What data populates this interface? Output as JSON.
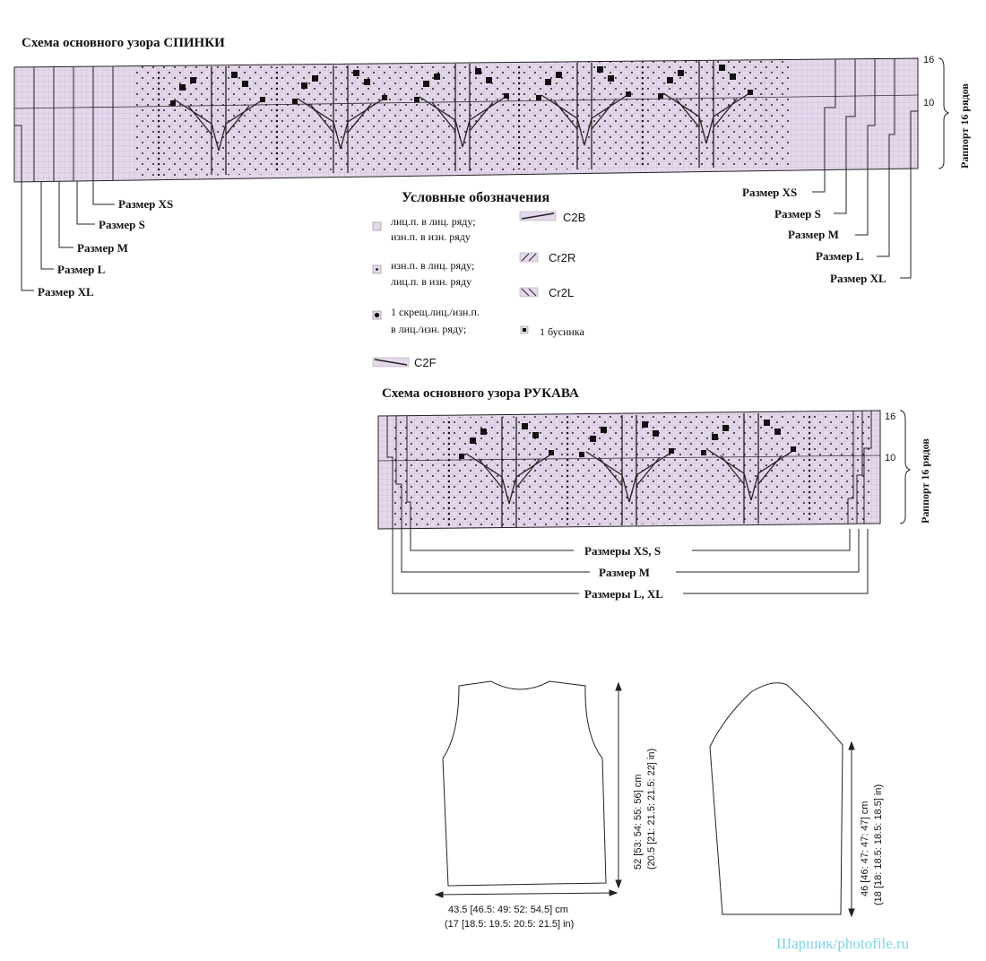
{
  "back_chart": {
    "title": "Схема основного узора СПИНКИ",
    "row_labels": [
      "16",
      "10"
    ],
    "repeat_label": "Раппорт 16 рядов",
    "sizes_left": [
      "Размер XS",
      "Размер S",
      "Размер M",
      "Размер L",
      "Размер XL"
    ],
    "sizes_right": [
      "Размер XS",
      "Размер S",
      "Размер M",
      "Размер L",
      "Размер XL"
    ]
  },
  "legend": {
    "title": "Условные обозначения",
    "items": [
      {
        "line1": "лиц.п. в лиц. ряду;",
        "line2": "изн.п. в изн. ряду"
      },
      {
        "line1": "изн.п. в лиц. ряду;",
        "line2": "лиц.п. в изн. ряду"
      },
      {
        "line1": "1 скрещ.лиц./изн.п.",
        "line2": "в лиц./изн. ряду;"
      }
    ],
    "c2b": "C2B",
    "cr2r": "Cr2R",
    "cr2l": "Cr2L",
    "bead": "1 бусинка",
    "c2f": "C2F"
  },
  "sleeve_chart": {
    "title": "Схема основного узора РУКАВА",
    "row_labels": [
      "16",
      "10"
    ],
    "repeat_label": "Раппорт 16 рядов",
    "sizes": [
      "Размеры XS, S",
      "Размер M",
      "Размеры L, XL"
    ]
  },
  "schematic": {
    "body_width_cm": "43.5 [46.5: 49: 52: 54.5] cm",
    "body_width_in": "(17 [18.5: 19.5: 20.5: 21.5] in)",
    "body_length_cm": "52 [53: 54: 55: 56] cm",
    "body_length_in": "(20.5 [21: 21.5: 21.5: 22] in)",
    "sleeve_length_cm": "46 [46: 47: 47: 47] cm",
    "sleeve_length_in": "(18 [18: 18.5: 18.5: 18.5] in)"
  },
  "watermark": "Шаршик/photofile.ru",
  "colors": {
    "chart_fill": "#e6d8ec",
    "grid": "#b9a6c2",
    "ink": "#111111",
    "watermark": "#7fd3e8"
  }
}
